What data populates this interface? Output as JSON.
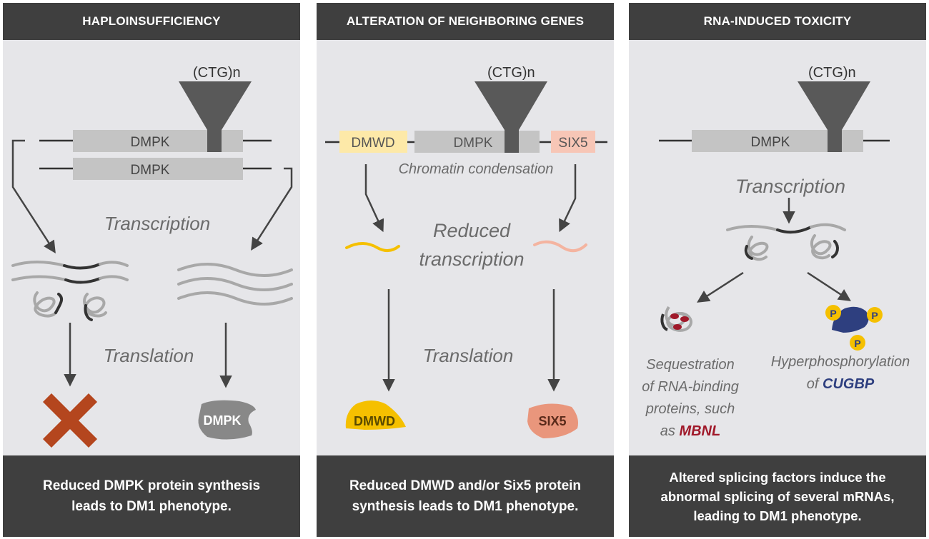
{
  "panels": [
    {
      "header": "HAPLOINSUFFICIENCY",
      "repeat_label": "(CTG)n",
      "gene_label_1": "DMPK",
      "gene_label_2": "DMPK",
      "transcription": "Transcription",
      "translation": "Translation",
      "protein_label": "DMPK",
      "footer_lines": [
        "Reduced DMPK protein synthesis",
        "leads to DM1 phenotype."
      ]
    },
    {
      "header": "ALTERATION OF NEIGHBORING  GENES",
      "repeat_label": "(CTG)n",
      "gene_left": "DMWD",
      "gene_center": "DMPK",
      "gene_right": "SIX5",
      "chromatin": "Chromatin condensation",
      "reduced_line1": "Reduced",
      "reduced_line2": "transcription",
      "translation": "Translation",
      "protein_left": "DMWD",
      "protein_right": "SIX5",
      "footer_lines": [
        "Reduced DMWD and/or Six5 protein",
        "synthesis leads to DM1 phenotype."
      ]
    },
    {
      "header": "RNA-INDUCED TOXICITY",
      "repeat_label": "(CTG)n",
      "gene_label": "DMPK",
      "transcription": "Transcription",
      "phospho_label": "P",
      "sequestration_lines": [
        "Sequestration",
        "of RNA-binding",
        "proteins, such"
      ],
      "sequestration_prefix": "as ",
      "sequestration_highlight": "MBNL",
      "hyper_line1": "Hyperphosphorylation",
      "hyper_prefix": "of ",
      "hyper_highlight": "CUGBP",
      "footer_lines": [
        "Altered splicing factors induce the",
        "abnormal splicing of several mRNAs,",
        "leading to DM1 phenotype."
      ]
    }
  ],
  "colors": {
    "panel_bg": "#e6e6e9",
    "header_bg": "#3f3f3f",
    "gene_box": "#c4c4c4",
    "funnel": "#595959",
    "dmwd_yellow": "#f5c000",
    "dmwd_box": "#fde9a8",
    "six5_salmon": "#e9967c",
    "six5_box": "#f7c6b6",
    "cross": "#b4461e",
    "mbnl": "#a0192a",
    "cugbp": "#2e3f7f",
    "phospho": "#f5c000"
  }
}
